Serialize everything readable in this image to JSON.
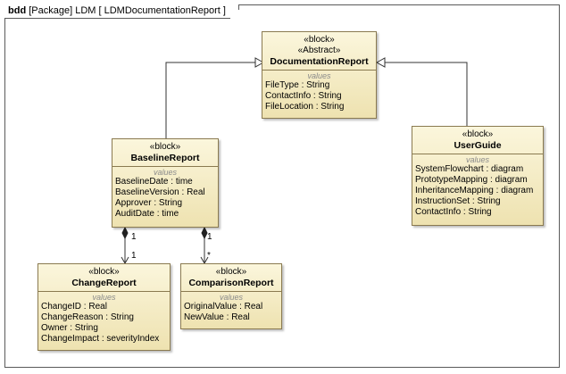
{
  "frame": {
    "kind": "bdd",
    "label": "[Package] LDM [ LDMDocumentationReport ]"
  },
  "blocks": {
    "documentation_report": {
      "stereotypes": [
        "«block»",
        "«Abstract»"
      ],
      "name": "DocumentationReport",
      "compartment": "values",
      "properties": [
        {
          "name": "FileType",
          "type": "String"
        },
        {
          "name": "ContactInfo",
          "type": "String"
        },
        {
          "name": "FileLocation",
          "type": "String"
        }
      ]
    },
    "baseline_report": {
      "stereotypes": [
        "«block»"
      ],
      "name": "BaselineReport",
      "compartment": "values",
      "properties": [
        {
          "name": "BaselineDate",
          "type": "time"
        },
        {
          "name": "BaselineVersion",
          "type": "Real"
        },
        {
          "name": "Approver",
          "type": "String"
        },
        {
          "name": "AuditDate",
          "type": "time"
        }
      ]
    },
    "user_guide": {
      "stereotypes": [
        "«block»"
      ],
      "name": "UserGuide",
      "compartment": "values",
      "properties": [
        {
          "name": "SystemFlowchart",
          "type": "diagram"
        },
        {
          "name": "PrototypeMapping",
          "type": "diagram"
        },
        {
          "name": "InheritanceMapping",
          "type": "diagram"
        },
        {
          "name": "InstructionSet",
          "type": "String"
        },
        {
          "name": "ContactInfo",
          "type": "String"
        }
      ]
    },
    "change_report": {
      "stereotypes": [
        "«block»"
      ],
      "name": "ChangeReport",
      "compartment": "values",
      "properties": [
        {
          "name": "ChangeID",
          "type": "Real"
        },
        {
          "name": "ChangeReason",
          "type": "String"
        },
        {
          "name": "Owner",
          "type": "String"
        },
        {
          "name": "ChangeImpact",
          "type": "severityIndex"
        }
      ]
    },
    "comparison_report": {
      "stereotypes": [
        "«block»"
      ],
      "name": "ComparisonReport",
      "compartment": "values",
      "properties": [
        {
          "name": "OriginalValue",
          "type": "Real"
        },
        {
          "name": "NewValue",
          "type": "Real"
        }
      ]
    }
  },
  "associations": {
    "baseline_change": {
      "source_mult": "1",
      "target_mult": "1"
    },
    "baseline_comparison": {
      "source_mult": "1",
      "target_mult": "*"
    }
  },
  "colors": {
    "block_fill_top": "#fbf6dc",
    "block_fill_bottom": "#eee2b0",
    "block_border": "#8a7a50",
    "line": "#333333"
  }
}
